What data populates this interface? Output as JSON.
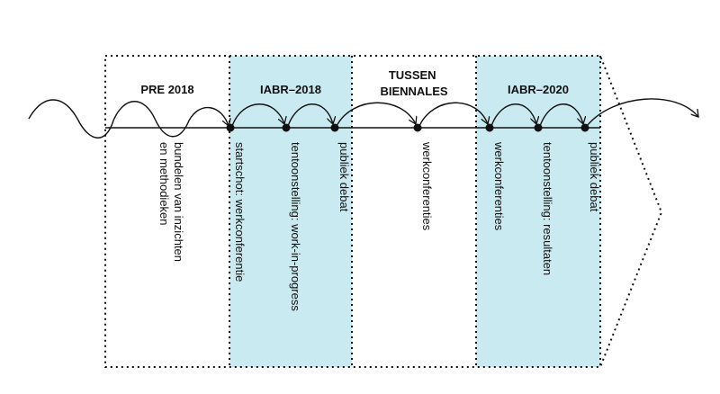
{
  "colors": {
    "highlight": "#c9eaf1",
    "line": "#111111",
    "background": "#ffffff"
  },
  "phases": [
    {
      "id": "pre-2018",
      "title_lines": [
        "PRE 2018"
      ],
      "highlighted": false
    },
    {
      "id": "iabr-2018",
      "title_lines": [
        "IABR–2018"
      ],
      "highlighted": true
    },
    {
      "id": "tussen",
      "title_lines": [
        "TUSSEN",
        "BIENNALES"
      ],
      "highlighted": false
    },
    {
      "id": "iabr-2020",
      "title_lines": [
        "IABR–2020"
      ],
      "highlighted": true
    }
  ],
  "events": [
    {
      "id": "bundelen",
      "lines": [
        "bundelen van inzichten",
        "en methodieken"
      ],
      "has_dot": false
    },
    {
      "id": "startschot",
      "lines": [
        "startschot: werkconferentie"
      ],
      "has_dot": true
    },
    {
      "id": "tentoonstelling-1",
      "lines": [
        "tentoonstelling: work-in-progress"
      ],
      "has_dot": true
    },
    {
      "id": "publiek-debat-1",
      "lines": [
        "publiek debat"
      ],
      "has_dot": true
    },
    {
      "id": "werkconferenties-1",
      "lines": [
        "werkconferenties"
      ],
      "has_dot": true
    },
    {
      "id": "werkconferenties-2",
      "lines": [
        "werkconferenties"
      ],
      "has_dot": true
    },
    {
      "id": "tentoonstelling-2",
      "lines": [
        "tentoonstelling: resultaten"
      ],
      "has_dot": true
    },
    {
      "id": "publiek-debat-2",
      "lines": [
        "publiek debat"
      ],
      "has_dot": true
    }
  ]
}
